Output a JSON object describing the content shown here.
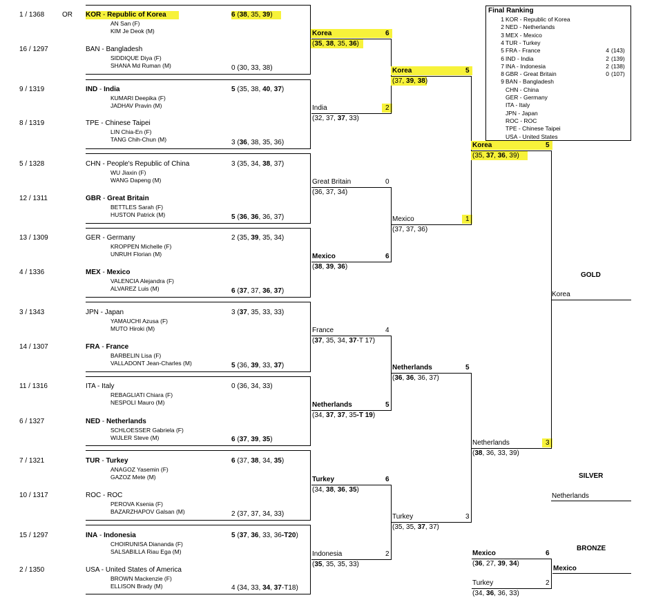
{
  "bracket": {
    "round1": [
      {
        "seed": "1 / 1368",
        "tag": "OR",
        "code": "KOR",
        "name": "Republic of Korea",
        "winner": true,
        "athletes": [
          "AN San (F)",
          "KIM Je Deok (M)"
        ],
        "total": "6",
        "sets": [
          {
            "v": "38",
            "b": true
          },
          {
            "v": "35",
            "b": false
          },
          {
            "v": "39",
            "b": true
          }
        ]
      },
      {
        "seed": "16 / 1297",
        "code": "BAN",
        "name": "Bangladesh",
        "winner": false,
        "athletes": [
          "SIDDIQUE Diya (F)",
          "SHANA Md Ruman (M)"
        ],
        "total": "0",
        "sets": [
          {
            "v": "30",
            "b": false
          },
          {
            "v": "33",
            "b": false
          },
          {
            "v": "38",
            "b": false
          }
        ]
      },
      {
        "seed": "9 / 1319",
        "code": "IND",
        "name": "India",
        "winner": true,
        "athletes": [
          "KUMARI Deepika (F)",
          "JADHAV Pravin (M)"
        ],
        "total": "5",
        "sets": [
          {
            "v": "35",
            "b": false
          },
          {
            "v": "38",
            "b": false
          },
          {
            "v": "40",
            "b": true
          },
          {
            "v": "37",
            "b": true
          }
        ]
      },
      {
        "seed": "8 / 1319",
        "code": "TPE",
        "name": "Chinese Taipei",
        "winner": false,
        "athletes": [
          "LIN Chia-En (F)",
          "TANG Chih-Chun (M)"
        ],
        "total": "3",
        "sets": [
          {
            "v": "36",
            "b": true
          },
          {
            "v": "38",
            "b": false
          },
          {
            "v": "35",
            "b": false
          },
          {
            "v": "36",
            "b": false
          }
        ]
      },
      {
        "seed": "5 / 1328",
        "code": "CHN",
        "name": "People's Republic of China",
        "winner": false,
        "athletes": [
          "WU Jiaxin (F)",
          "WANG Dapeng (M)"
        ],
        "total": "3",
        "sets": [
          {
            "v": "35",
            "b": false
          },
          {
            "v": "34",
            "b": false
          },
          {
            "v": "38",
            "b": true
          },
          {
            "v": "37",
            "b": false
          }
        ]
      },
      {
        "seed": "12 / 1311",
        "code": "GBR",
        "name": "Great Britain",
        "winner": true,
        "athletes": [
          "BETTLES Sarah (F)",
          "HUSTON Patrick (M)"
        ],
        "total": "5",
        "sets": [
          {
            "v": "36",
            "b": true
          },
          {
            "v": "36",
            "b": true
          },
          {
            "v": "36",
            "b": false
          },
          {
            "v": "37",
            "b": false
          }
        ]
      },
      {
        "seed": "13 / 1309",
        "code": "GER",
        "name": "Germany",
        "winner": false,
        "athletes": [
          "KROPPEN Michelle (F)",
          "UNRUH Florian (M)"
        ],
        "total": "2",
        "sets": [
          {
            "v": "35",
            "b": false
          },
          {
            "v": "39",
            "b": true
          },
          {
            "v": "35",
            "b": false
          },
          {
            "v": "34",
            "b": false
          }
        ]
      },
      {
        "seed": "4 / 1336",
        "code": "MEX",
        "name": "Mexico",
        "winner": true,
        "athletes": [
          "VALENCIA Alejandra (F)",
          "ALVAREZ Luis (M)"
        ],
        "total": "6",
        "sets": [
          {
            "v": "37",
            "b": true
          },
          {
            "v": "37",
            "b": false
          },
          {
            "v": "36",
            "b": true
          },
          {
            "v": "37",
            "b": true
          }
        ]
      },
      {
        "seed": "3 / 1343",
        "code": "JPN",
        "name": "Japan",
        "winner": false,
        "athletes": [
          "YAMAUCHI Azusa (F)",
          "MUTO Hiroki (M)"
        ],
        "total": "3",
        "sets": [
          {
            "v": "37",
            "b": true
          },
          {
            "v": "35",
            "b": false
          },
          {
            "v": "33",
            "b": false
          },
          {
            "v": "33",
            "b": false
          }
        ]
      },
      {
        "seed": "14 / 1307",
        "code": "FRA",
        "name": "France",
        "winner": true,
        "athletes": [
          "BARBELIN Lisa (F)",
          "VALLADONT Jean-Charles (M)"
        ],
        "total": "5",
        "sets": [
          {
            "v": "36",
            "b": false
          },
          {
            "v": "39",
            "b": true
          },
          {
            "v": "33",
            "b": false
          },
          {
            "v": "37",
            "b": true
          }
        ]
      },
      {
        "seed": "11 / 1316",
        "code": "ITA",
        "name": "Italy",
        "winner": false,
        "athletes": [
          "REBAGLIATI Chiara (F)",
          "NESPOLI Mauro (M)"
        ],
        "total": "0",
        "sets": [
          {
            "v": "36",
            "b": false
          },
          {
            "v": "34",
            "b": false
          },
          {
            "v": "33",
            "b": false
          }
        ]
      },
      {
        "seed": "6 / 1327",
        "code": "NED",
        "name": "Netherlands",
        "winner": true,
        "athletes": [
          "SCHLOESSER Gabriela (F)",
          "WIJLER Steve (M)"
        ],
        "total": "6",
        "sets": [
          {
            "v": "37",
            "b": true
          },
          {
            "v": "39",
            "b": true
          },
          {
            "v": "35",
            "b": true
          }
        ]
      },
      {
        "seed": "7 / 1321",
        "code": "TUR",
        "name": "Turkey",
        "winner": true,
        "athletes": [
          "ANAGOZ Yasemin (F)",
          "GAZOZ Mete (M)"
        ],
        "total": "6",
        "sets": [
          {
            "v": "37",
            "b": false
          },
          {
            "v": "38",
            "b": true
          },
          {
            "v": "34",
            "b": false
          },
          {
            "v": "35",
            "b": true
          }
        ]
      },
      {
        "seed": "10 / 1317",
        "code": "ROC",
        "name": "ROC",
        "winner": false,
        "athletes": [
          "PEROVA Ksenia (F)",
          "BAZARZHAPOV Galsan (M)"
        ],
        "total": "2",
        "sets": [
          {
            "v": "37",
            "b": false
          },
          {
            "v": "37",
            "b": false
          },
          {
            "v": "34",
            "b": false
          },
          {
            "v": "33",
            "b": false
          }
        ]
      },
      {
        "seed": "15 / 1297",
        "code": "INA",
        "name": "Indonesia",
        "winner": true,
        "athletes": [
          "CHOIRUNISA Diananda (F)",
          "SALSABILLA Riau Ega (M)"
        ],
        "total": "5",
        "sets": [
          {
            "v": "37",
            "b": true
          },
          {
            "v": "36",
            "b": true
          },
          {
            "v": "33",
            "b": false
          },
          {
            "v": "36",
            "b": false
          },
          {
            "v": "-T20",
            "b": true
          }
        ]
      },
      {
        "seed": "2 / 1350",
        "code": "USA",
        "name": "United States of America",
        "winner": false,
        "athletes": [
          "BROWN Mackenzie (F)",
          "ELLISON Brady (M)"
        ],
        "total": "4",
        "sets": [
          {
            "v": "34",
            "b": false
          },
          {
            "v": "33",
            "b": false
          },
          {
            "v": "34",
            "b": true
          },
          {
            "v": "37",
            "b": true
          },
          {
            "v": "-T18",
            "b": false
          }
        ]
      }
    ],
    "round2": [
      {
        "name": "Korea",
        "num": "6",
        "bold": true,
        "sets": [
          {
            "v": "35",
            "b": true
          },
          {
            "v": "38",
            "b": true
          },
          {
            "v": "35",
            "b": false
          },
          {
            "v": "36",
            "b": true
          }
        ]
      },
      {
        "name": "India",
        "num": "2",
        "bold": false,
        "sets": [
          {
            "v": "32",
            "b": false
          },
          {
            "v": "37",
            "b": false
          },
          {
            "v": "37",
            "b": true
          },
          {
            "v": "33",
            "b": false
          }
        ]
      },
      {
        "name": "Great Britain",
        "num": "0",
        "bold": false,
        "sets": [
          {
            "v": "36",
            "b": false
          },
          {
            "v": "37",
            "b": false
          },
          {
            "v": "34",
            "b": false
          }
        ]
      },
      {
        "name": "Mexico",
        "num": "6",
        "bold": true,
        "sets": [
          {
            "v": "38",
            "b": true
          },
          {
            "v": "39",
            "b": true
          },
          {
            "v": "36",
            "b": true
          }
        ]
      },
      {
        "name": "France",
        "num": "4",
        "bold": false,
        "sets": [
          {
            "v": "37",
            "b": true
          },
          {
            "v": "35",
            "b": false
          },
          {
            "v": "34",
            "b": false
          },
          {
            "v": "37",
            "b": true
          },
          {
            "v": "-T 17",
            "b": false
          }
        ]
      },
      {
        "name": "Netherlands",
        "num": "5",
        "bold": true,
        "sets": [
          {
            "v": "34",
            "b": false
          },
          {
            "v": "37",
            "b": true
          },
          {
            "v": "37",
            "b": true
          },
          {
            "v": "35",
            "b": false
          },
          {
            "v": "-T 19",
            "b": true
          }
        ]
      },
      {
        "name": "Turkey",
        "num": "6",
        "bold": true,
        "sets": [
          {
            "v": "34",
            "b": false
          },
          {
            "v": "38",
            "b": true
          },
          {
            "v": "36",
            "b": true
          },
          {
            "v": "35",
            "b": true
          }
        ]
      },
      {
        "name": "Indonesia",
        "num": "2",
        "bold": false,
        "sets": [
          {
            "v": "35",
            "b": true
          },
          {
            "v": "35",
            "b": false
          },
          {
            "v": "35",
            "b": false
          },
          {
            "v": "33",
            "b": false
          }
        ]
      }
    ],
    "quarterfinals": [
      {
        "name": "Korea",
        "num": "5",
        "bold": true,
        "sets": [
          {
            "v": "37",
            "b": false
          },
          {
            "v": "39",
            "b": true
          },
          {
            "v": "38",
            "b": true
          }
        ]
      },
      {
        "name": "Mexico",
        "num": "1",
        "bold": false,
        "sets": [
          {
            "v": "37",
            "b": false
          },
          {
            "v": "37",
            "b": false
          },
          {
            "v": "36",
            "b": false
          }
        ]
      },
      {
        "name": "Netherlands",
        "num": "5",
        "bold": true,
        "sets": [
          {
            "v": "36",
            "b": true
          },
          {
            "v": "36",
            "b": true
          },
          {
            "v": "36",
            "b": false
          },
          {
            "v": "37",
            "b": false
          }
        ]
      },
      {
        "name": "Turkey",
        "num": "3",
        "bold": false,
        "sets": [
          {
            "v": "35",
            "b": false
          },
          {
            "v": "35",
            "b": false
          },
          {
            "v": "37",
            "b": true
          },
          {
            "v": "37",
            "b": false
          }
        ]
      }
    ],
    "semifinals": [
      {
        "name": "Korea",
        "num": "5",
        "bold": true,
        "sets": [
          {
            "v": "35",
            "b": false
          },
          {
            "v": "37",
            "b": true
          },
          {
            "v": "36",
            "b": true
          },
          {
            "v": "39",
            "b": false
          }
        ]
      },
      {
        "name": "Netherlands",
        "num": "3",
        "bold": false,
        "sets": [
          {
            "v": "38",
            "b": true
          },
          {
            "v": "36",
            "b": false
          },
          {
            "v": "33",
            "b": false
          },
          {
            "v": "39",
            "b": false
          }
        ]
      }
    ],
    "bronze_match": [
      {
        "name": "Mexico",
        "num": "6",
        "bold": true,
        "sets": [
          {
            "v": "36",
            "b": true
          },
          {
            "v": "27",
            "b": false
          },
          {
            "v": "39",
            "b": true
          },
          {
            "v": "34",
            "b": true
          }
        ]
      },
      {
        "name": "Turkey",
        "num": "2",
        "bold": false,
        "sets": [
          {
            "v": "34",
            "b": false
          },
          {
            "v": "36",
            "b": true
          },
          {
            "v": "36",
            "b": false
          },
          {
            "v": "33",
            "b": false
          }
        ]
      }
    ]
  },
  "medals": {
    "gold_label": "GOLD",
    "gold_team": "Korea",
    "silver_label": "SILVER",
    "silver_team": "Netherlands",
    "bronze_label": "BRONZE",
    "bronze_team": "Mexico"
  },
  "final_ranking": {
    "title": "Final Ranking",
    "rows": [
      {
        "rank": "1",
        "team": "KOR - Republic of Korea",
        "wins": "",
        "points": ""
      },
      {
        "rank": "2",
        "team": "NED - Netherlands",
        "wins": "",
        "points": ""
      },
      {
        "rank": "3",
        "team": "MEX - Mexico",
        "wins": "",
        "points": ""
      },
      {
        "rank": "4",
        "team": "TUR - Turkey",
        "wins": "",
        "points": ""
      },
      {
        "rank": "5",
        "team": "FRA - France",
        "wins": "4",
        "points": "(143)"
      },
      {
        "rank": "6",
        "team": "IND - India",
        "wins": "2",
        "points": "(139)"
      },
      {
        "rank": "7",
        "team": "INA - Indonesia",
        "wins": "2",
        "points": "(138)"
      },
      {
        "rank": "8",
        "team": "GBR - Great Britain",
        "wins": "0",
        "points": "(107)"
      },
      {
        "rank": "9",
        "team": "BAN - Bangladesh",
        "wins": "",
        "points": ""
      },
      {
        "rank": "",
        "team": "CHN - China",
        "wins": "",
        "points": ""
      },
      {
        "rank": "",
        "team": "GER - Germany",
        "wins": "",
        "points": ""
      },
      {
        "rank": "",
        "team": "ITA - Italy",
        "wins": "",
        "points": ""
      },
      {
        "rank": "",
        "team": "JPN - Japan",
        "wins": "",
        "points": ""
      },
      {
        "rank": "",
        "team": "ROC - ROC",
        "wins": "",
        "points": ""
      },
      {
        "rank": "",
        "team": "TPE - Chinese Taipei",
        "wins": "",
        "points": ""
      },
      {
        "rank": "",
        "team": "USA - United States",
        "wins": "",
        "points": ""
      }
    ]
  },
  "colors": {
    "highlight": "#f7f23a",
    "line": "#000000",
    "text": "#000000",
    "background": "#ffffff"
  }
}
